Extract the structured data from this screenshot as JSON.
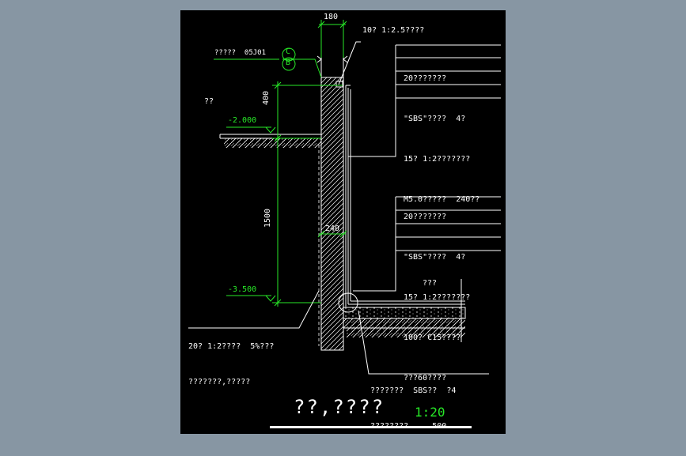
{
  "dims": {
    "top": "180",
    "wall": "240",
    "h_upper": "400",
    "h_lower": "1500",
    "bottom": "500"
  },
  "elevations": {
    "upper": "-2.000",
    "lower": "-3.500"
  },
  "axis": {
    "label": "?????  05J01",
    "top_letter": "C",
    "bottom_letter": "B"
  },
  "soil_label": "??",
  "space_label": "???",
  "callout_top": "10? 1:2.5????",
  "upper_layers": [
    "20???????",
    "\"SBS\"????  4?",
    "15? 1:2???????",
    "M5.0?????  240??"
  ],
  "lower_layers": [
    "20???????",
    "\"SBS\"????  4?",
    "15? 1:2???????",
    "100? C15????",
    "???60????"
  ],
  "left_note": [
    "20? 1:2????  5%???",
    "???????,?????"
  ],
  "bottom_note": [
    "???????  SBS??  ?4",
    "????????     500"
  ],
  "title": {
    "text": "??,????",
    "scale": "1:20"
  },
  "colors": {
    "background": "#8796a3",
    "sheet": "#000000",
    "line": "#ffffff",
    "dim": "#27e827"
  }
}
